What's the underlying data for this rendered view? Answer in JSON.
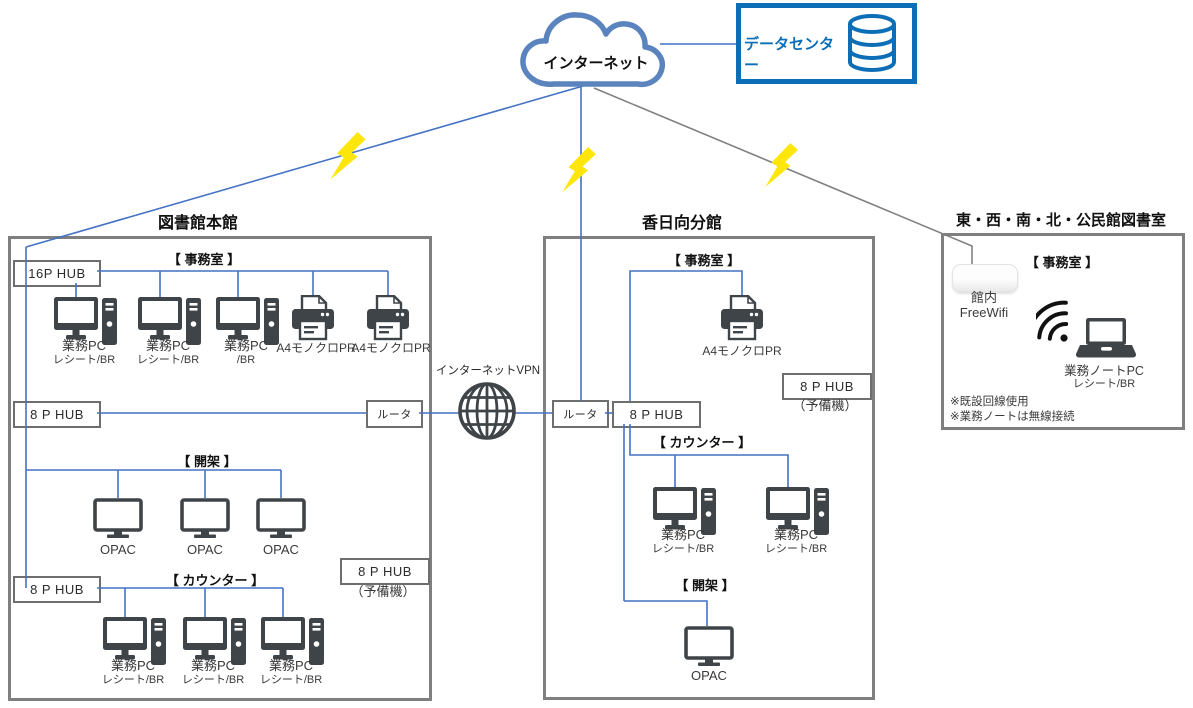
{
  "colors": {
    "line_blue": "#4472C4",
    "line_gray": "#808080",
    "building_border": "#7F7F7F",
    "device_dark": "#3F4448",
    "datacenter_blue": "#0D6EB8",
    "cloud_blue": "#5B84BE",
    "bolt_yellow": "#FFE60A"
  },
  "cloud": {
    "label": "インターネット"
  },
  "datacenter": {
    "label": "データセンター"
  },
  "vpn": {
    "label": "インターネットVPN"
  },
  "main": {
    "title": "図書館本館",
    "hub16": "16P HUB",
    "hub8_mid": "8 P HUB",
    "hub8_bottom": "8 P HUB",
    "router": "ルータ",
    "spare": {
      "label": "8 P HUB",
      "note": "（予備機）"
    },
    "office": {
      "header": "【 事務室 】",
      "pc1": {
        "name": "業務PC",
        "sub": "レシート/BR"
      },
      "pc2": {
        "name": "業務PC",
        "sub": "レシート/BR"
      },
      "pc3": {
        "name": "業務PC",
        "sub": "/BR"
      },
      "pr1": "A4モノクロPR",
      "pr2": "A4モノクロPR"
    },
    "open": {
      "header": "【 開架 】",
      "t1": "OPAC",
      "t2": "OPAC",
      "t3": "OPAC"
    },
    "counter": {
      "header": "【 カウンター 】",
      "pc1": {
        "name": "業務PC",
        "sub": "レシート/BR"
      },
      "pc2": {
        "name": "業務PC",
        "sub": "レシート/BR"
      },
      "pc3": {
        "name": "業務PC",
        "sub": "レシート/BR"
      }
    }
  },
  "branch": {
    "title": "香日向分館",
    "router": "ルータ",
    "hub8": "8 P HUB",
    "spare": {
      "label": "8 P HUB",
      "note": "（予備機）"
    },
    "office": {
      "header": "【 事務室 】",
      "pr": "A4モノクロPR"
    },
    "counter": {
      "header": "【 カウンター 】",
      "pc1": {
        "name": "業務PC",
        "sub": "レシート/BR"
      },
      "pc2": {
        "name": "業務PC",
        "sub": "レシート/BR"
      }
    },
    "open": {
      "header": "【 開架 】",
      "t1": "OPAC"
    }
  },
  "community": {
    "title": "東・西・南・北・公民館図書室",
    "office_header": "【 事務室 】",
    "ap": {
      "line1": "館内",
      "line2": "FreeWifi"
    },
    "laptop": {
      "name": "業務ノートPC",
      "sub": "レシート/BR"
    },
    "note1": "※既設回線使用",
    "note2": "※業務ノートは無線接続"
  }
}
